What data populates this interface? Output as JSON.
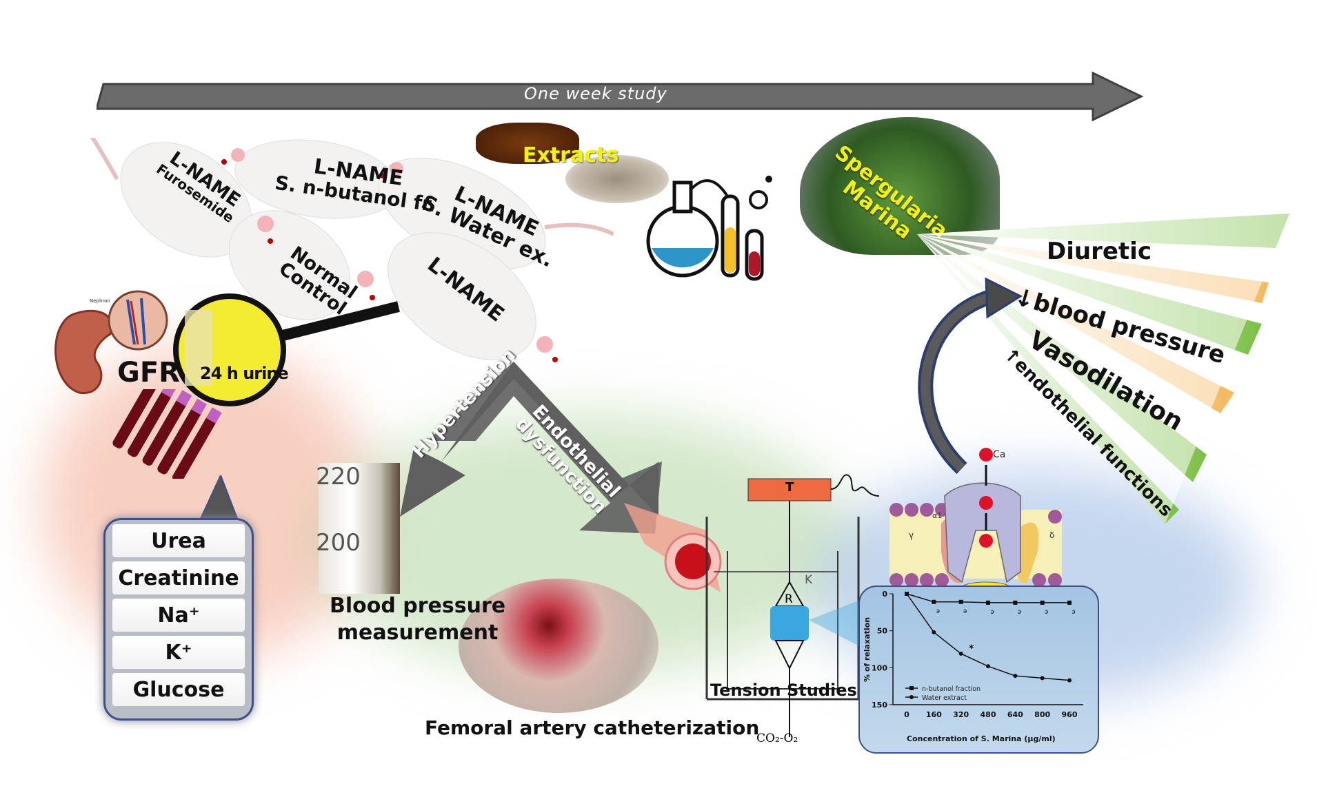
{
  "timeline": {
    "label": "One week study"
  },
  "extracts": {
    "label": "Extracts"
  },
  "plant": {
    "label_line1": "Spergularia",
    "label_line2": "Marina"
  },
  "effects": [
    "Diuretic",
    "↓blood pressure",
    "Vasodilation",
    "↑endothelial functions"
  ],
  "rat_groups": [
    {
      "line1": "L-NAME",
      "line2": "Furosemide"
    },
    {
      "line1": "L-NAME",
      "line2": "S. n-butanol fr."
    },
    {
      "line1": "L-NAME",
      "line2": "S. Water ex."
    },
    {
      "line1": "Normal",
      "line2": "Control"
    },
    {
      "line1": "L-NAME",
      "line2": ""
    }
  ],
  "kidney": {
    "gfr": "GFR",
    "nephron": "Nephron"
  },
  "urine": {
    "label": "24 h urine"
  },
  "lab_tests": [
    "Urea",
    "Creatinine",
    "Na⁺",
    "K⁺",
    "Glucose"
  ],
  "pathology": {
    "left": "Hypertension",
    "right_line1": "Endothelial",
    "right_line2": "dysfunction"
  },
  "bp": {
    "scale_top": "220",
    "scale_bottom": "200",
    "line1": "Blood pressure",
    "line2": "measurement"
  },
  "femoral": {
    "label": "Femoral artery catheterization"
  },
  "tension": {
    "transducer": "T",
    "ring": "R",
    "bath": "K",
    "label": "Tension Studies",
    "gas": "CO₂-O₂"
  },
  "channel": {
    "ion": "Ca",
    "alpha": "α1",
    "gamma": "γ",
    "delta": "δ"
  },
  "colors": {
    "arrow_gray": "#6b6b6b",
    "extracts_yellow": "#f4f20a",
    "graph_bg": "#a9c8e4",
    "box_border": "#3d4f86"
  },
  "chart_data": {
    "type": "line",
    "xlabel": "Concentration of S. Marina (µg/ml)",
    "ylabel": "% of relaxation",
    "x": [
      0,
      160,
      320,
      480,
      640,
      800,
      960
    ],
    "x_ticks": [
      "0",
      "160",
      "320",
      "480",
      "640",
      "800",
      "960"
    ],
    "y_ticks": [
      "0",
      "50",
      "100",
      "150"
    ],
    "ylim": [
      0,
      150
    ],
    "y_inverted": true,
    "series": [
      {
        "name": "n-butanol fraction",
        "marker": "square",
        "values": [
          0,
          11,
          11,
          12,
          12,
          12,
          12
        ]
      },
      {
        "name": "Water extract",
        "marker": "circle",
        "values": [
          0,
          52,
          81,
          98,
          111,
          114,
          117
        ]
      }
    ],
    "annotations": {
      "significance": "*",
      "point_marks": "϶"
    },
    "legend": "bottom-left"
  }
}
